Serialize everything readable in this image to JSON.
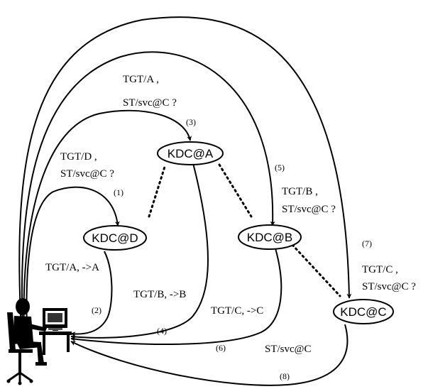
{
  "kdcs": [
    {
      "id": "D",
      "label": "KDC@D"
    },
    {
      "id": "A",
      "label": "KDC@A"
    },
    {
      "id": "B",
      "label": "KDC@B"
    },
    {
      "id": "C",
      "label": "KDC@C"
    }
  ],
  "requests": [
    {
      "step": "(1)",
      "line1": "TGT/D ,",
      "line2": "ST/svc@C ?"
    },
    {
      "step": "(3)",
      "line1": "TGT/A ,",
      "line2": "ST/svc@C ?"
    },
    {
      "step": "(5)",
      "line1": "TGT/B ,",
      "line2": "ST/svc@C ?"
    },
    {
      "step": "(7)",
      "line1": "TGT/C ,",
      "line2": "ST/svc@C ?"
    }
  ],
  "replies": [
    {
      "step": "(2)",
      "text": "TGT/A, ->A"
    },
    {
      "step": "(4)",
      "text": "TGT/B, ->B"
    },
    {
      "step": "(6)",
      "text": "TGT/C, ->C"
    },
    {
      "step": "(8)",
      "text": "ST/svc@C"
    }
  ],
  "client": {
    "icon": "user-at-workstation-icon"
  }
}
